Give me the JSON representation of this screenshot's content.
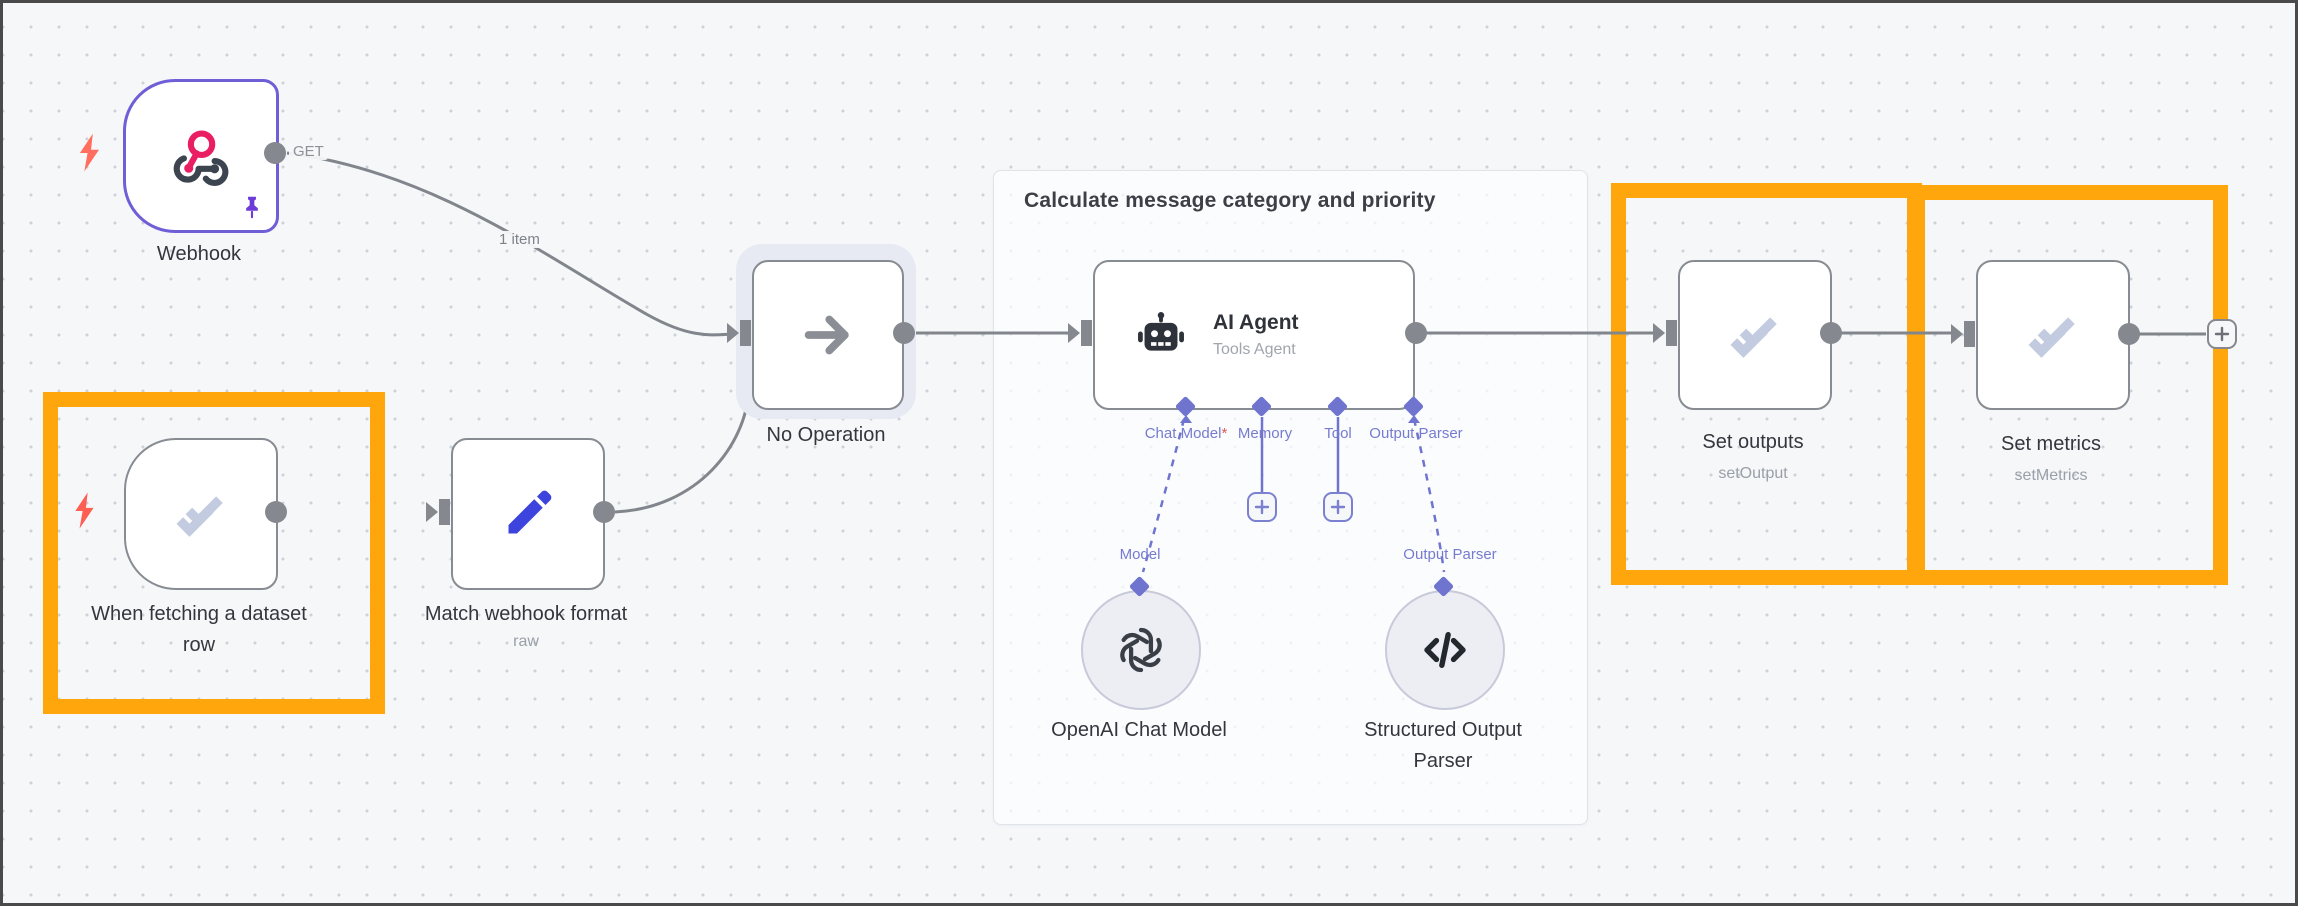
{
  "colors": {
    "highlight_orange": "#FFA60D",
    "connector_purple": "#6F74CF",
    "webhook_purple_border": "#6E5FD6",
    "pencil_blue": "#3D43DD",
    "lightning_red": "#FF6E5E",
    "check_icon_blue_gray": "#C2CBE0",
    "edge_gray": "#81858C"
  },
  "sticky": {
    "title": "Calculate message category and priority"
  },
  "edge_labels": {
    "webhook_method": "GET",
    "webhook_items": "1 item"
  },
  "nodes": {
    "webhook": {
      "label": "Webhook"
    },
    "dataset_trigger": {
      "label": [
        "When fetching a dataset",
        "row"
      ]
    },
    "match_webhook_format": {
      "label": "Match webhook format",
      "subtitle": "raw"
    },
    "no_operation": {
      "label": "No Operation"
    },
    "ai_agent": {
      "title": "AI Agent",
      "subtitle": "Tools Agent",
      "connectors": [
        {
          "label": "Chat Model",
          "marker": "*"
        },
        {
          "label": "Memory"
        },
        {
          "label": "Tool"
        },
        {
          "label": "Output Parser"
        }
      ]
    },
    "openai_chat_model": {
      "connector_label": "Model",
      "label": "OpenAI Chat Model"
    },
    "structured_output_parser": {
      "connector_label": "Output Parser",
      "label": [
        "Structured Output",
        "Parser"
      ]
    },
    "set_outputs": {
      "label": "Set outputs",
      "subtitle": "setOutput"
    },
    "set_metrics": {
      "label": "Set metrics",
      "subtitle": "setMetrics"
    }
  }
}
